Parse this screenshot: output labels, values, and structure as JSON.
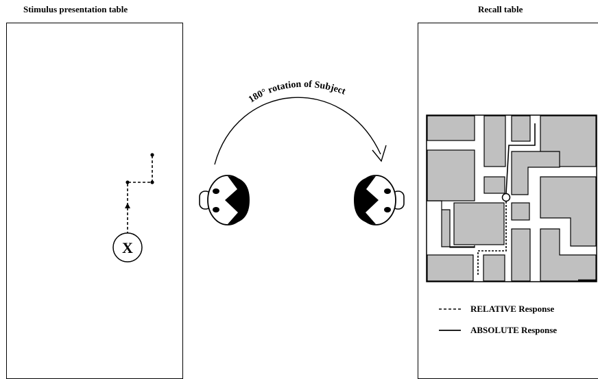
{
  "titles": {
    "left": "Stimulus presentation table",
    "right": "Recall table"
  },
  "stimulus": {
    "marker": "X"
  },
  "rotation": {
    "label": "180° rotation of Subject"
  },
  "legend": {
    "relative": "RELATIVE Response",
    "absolute": "ABSOLUTE Response"
  },
  "colors": {
    "block_fill": "#c0c0c0",
    "line": "#000000",
    "background": "#ffffff"
  }
}
